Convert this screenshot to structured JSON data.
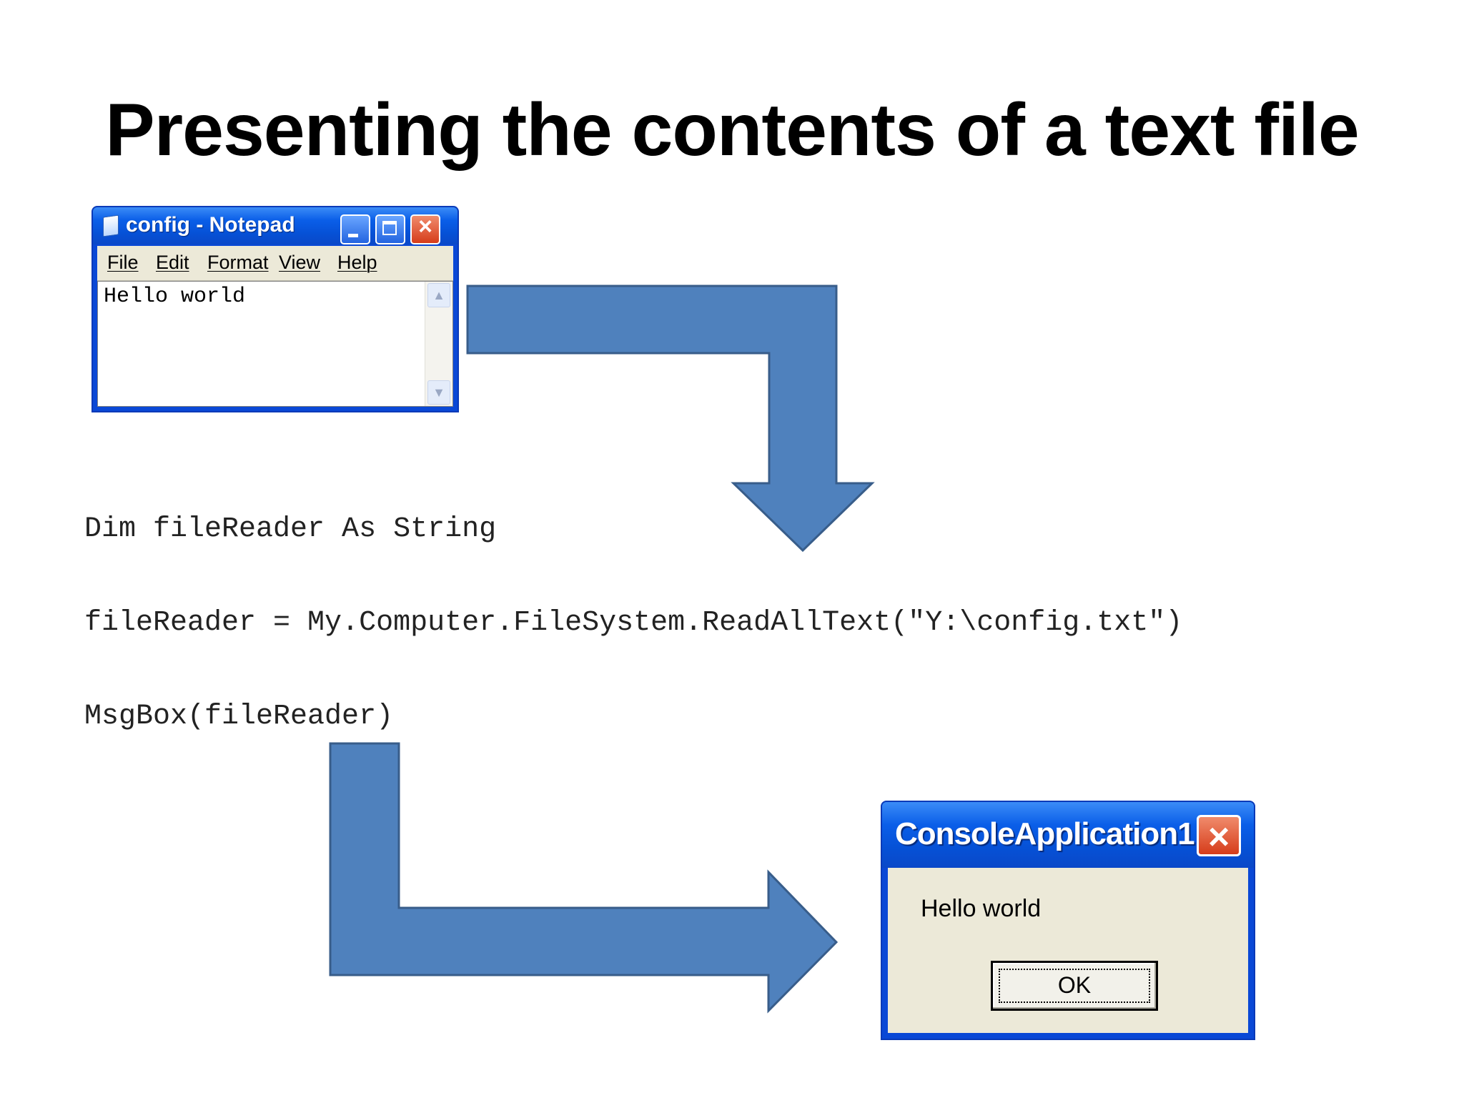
{
  "slide": {
    "title": "Presenting the contents of a text file"
  },
  "notepad": {
    "title": "config - Notepad",
    "menu": [
      "File",
      "Edit",
      "Format",
      "View",
      "Help"
    ],
    "content": "Hello world"
  },
  "code": {
    "lines": [
      "Dim fileReader As String",
      "fileReader = My.Computer.FileSystem.ReadAllText(\"Y:\\config.txt\")",
      "MsgBox(fileReader)"
    ]
  },
  "msgbox": {
    "title": "ConsoleApplication1",
    "message": "Hello world",
    "ok_label": "OK"
  },
  "colors": {
    "arrow_fill": "#4f81bd",
    "arrow_stroke": "#385d8a",
    "xp_title_blue": "#0a5ee8",
    "xp_face": "#ece9d8"
  }
}
